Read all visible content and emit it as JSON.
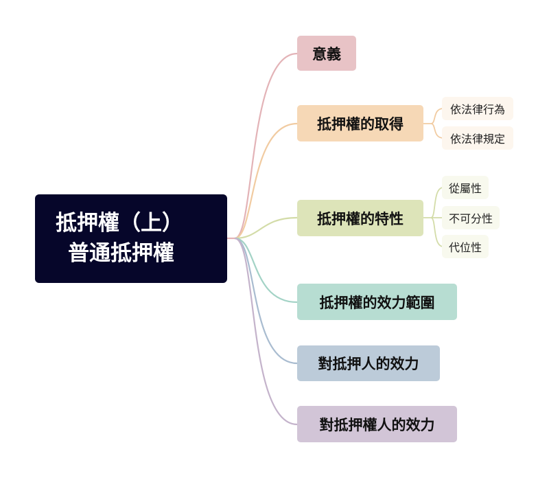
{
  "root": {
    "line1": "抵押權（上）",
    "line2": "普通抵押權"
  },
  "branches": [
    {
      "label": "意義",
      "color": "#e8c3c6",
      "line_color": "#e3b3b7"
    },
    {
      "label": "抵押權的取得",
      "color": "#f6d8b6",
      "line_color": "#f1cba1",
      "children": [
        "依法律行為",
        "依法律規定"
      ],
      "child_bg": "#fdf6ee"
    },
    {
      "label": "抵押權的特性",
      "color": "#dde4b9",
      "line_color": "#d3dca8",
      "children": [
        "從屬性",
        "不可分性",
        "代位性"
      ],
      "child_bg": "#f8f9ee"
    },
    {
      "label": "抵押權的效力範圍",
      "color": "#b7ddd2",
      "line_color": "#a3d3c6"
    },
    {
      "label": "對抵押人的效力",
      "color": "#bccbd9",
      "line_color": "#a9bcd0"
    },
    {
      "label": "對抵押權人的效力",
      "color": "#d2c5d7",
      "line_color": "#c4b3cb"
    }
  ]
}
